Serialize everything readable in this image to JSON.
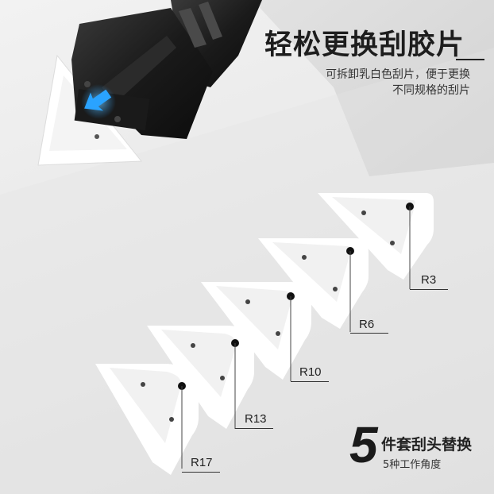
{
  "headline": "轻松更换刮胶片",
  "description_lines": [
    "可拆卸乳白色刮片，便于更换",
    "不同规格的刮片"
  ],
  "blade_sizes": [
    "R3",
    "R6",
    "R10",
    "R13",
    "R17"
  ],
  "kit": {
    "count": "5",
    "title": "件套刮头替换",
    "subtitle": "5种工作角度"
  },
  "colors": {
    "background": "#ececec",
    "blade": "#ffffff",
    "tool_body": "#1c1c1c",
    "highlight": "#2aa3ff",
    "text": "#1d1d1d"
  }
}
